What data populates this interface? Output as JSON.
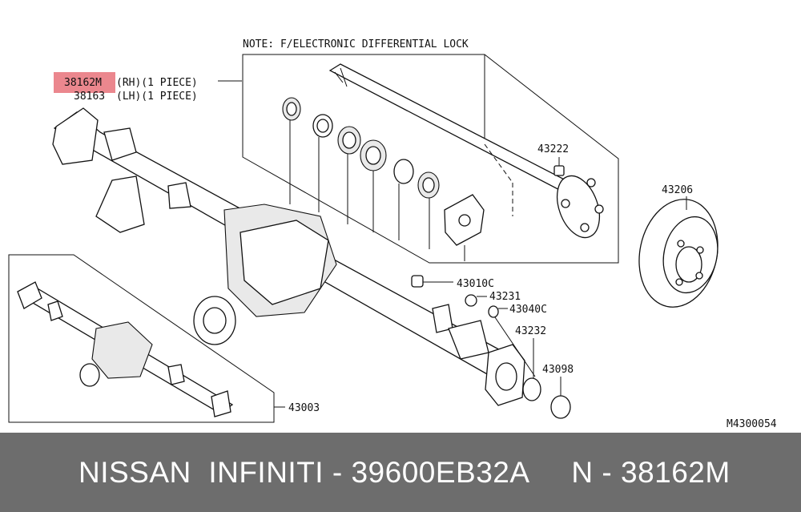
{
  "diagram": {
    "note": "NOTE: F/ELECTRONIC DIFFERENTIAL LOCK",
    "labels": {
      "p38162m": "38162M",
      "p38162m_suffix": "(RH)(1 PIECE)",
      "p38163": "38163",
      "p38163_suffix": "(LH)(1 PIECE)",
      "p43222": "43222",
      "p43206": "43206",
      "p43010c": "43010C",
      "p43231": "43231",
      "p43040c": "43040C",
      "p43232": "43232",
      "p43098": "43098",
      "p43003": "43003",
      "figure_code": "M4300054"
    },
    "highlight_color": "#e8727a"
  },
  "footer": {
    "text": "NISSAN  INFINITI - 39600EB32A     N - 38162M",
    "background": "#6d6d6d"
  }
}
